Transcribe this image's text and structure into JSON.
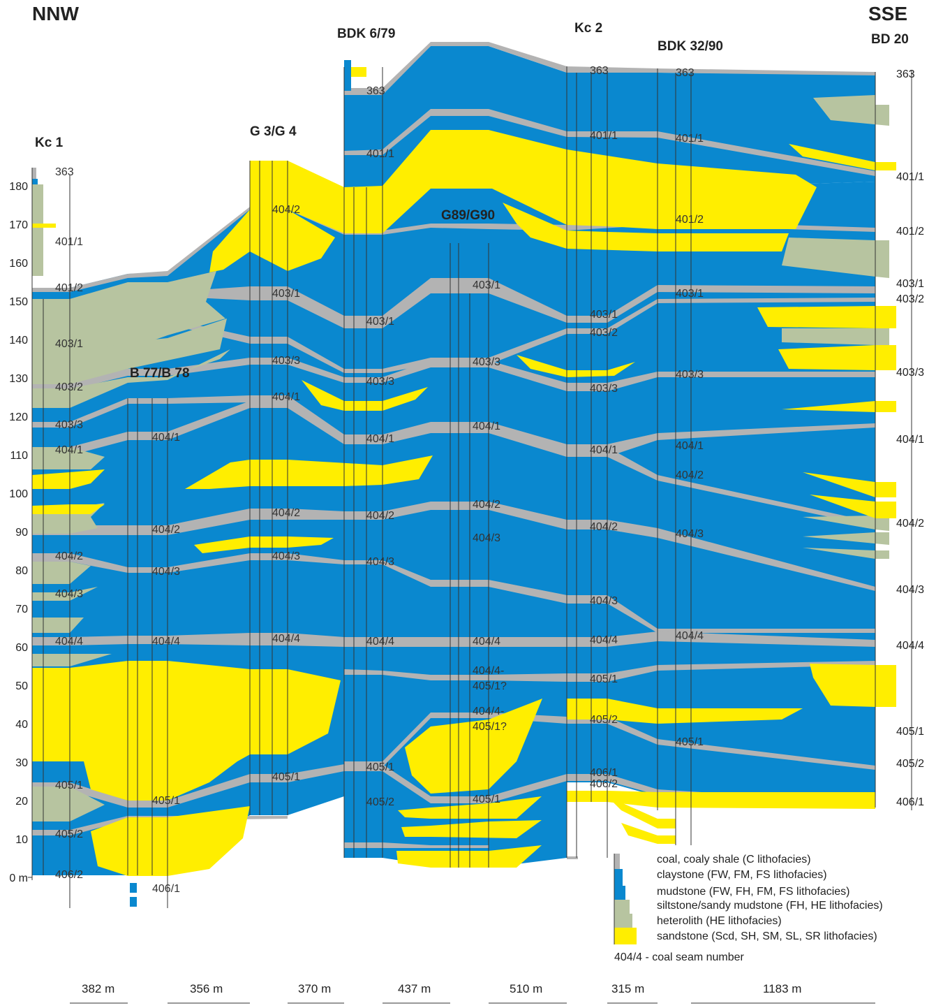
{
  "directions": {
    "left": "NNW",
    "right": "SSE"
  },
  "boreholes": {
    "kc1": "Kc 1",
    "b77": "B 77/B 78",
    "g3": "G 3/G 4",
    "bdk6": "BDK 6/79",
    "g89": "G89/G90",
    "kc2": "Kc 2",
    "bdk32": "BDK 32/90",
    "bd20": "BD 20"
  },
  "y_axis": {
    "ticks": [
      "180",
      "170",
      "160",
      "150",
      "140",
      "130",
      "120",
      "110",
      "100",
      "90",
      "80",
      "70",
      "60",
      "50",
      "40",
      "30",
      "20",
      "10",
      "0 m"
    ]
  },
  "seam_labels": {
    "kc1": [
      "363",
      "401/1",
      "401/2",
      "403/1",
      "403/2",
      "403/3",
      "404/1",
      "404/2",
      "404/3",
      "404/4",
      "405/1",
      "405/2",
      "406/2"
    ],
    "b77": [
      "404/1",
      "404/2",
      "404/3",
      "404/4",
      "405/1",
      "406/1"
    ],
    "g3": [
      "404/2",
      "403/1",
      "403/3",
      "404/1",
      "404/2",
      "404/3",
      "404/4",
      "405/1"
    ],
    "bdk6": [
      "363",
      "401/1",
      "403/1",
      "403/3",
      "404/1",
      "404/2",
      "404/3",
      "404/4",
      "405/1",
      "405/2"
    ],
    "g89": [
      "403/1",
      "403/3",
      "404/1",
      "404/2",
      "404/3",
      "404/4",
      "404/4-",
      "405/1?",
      "404/4-",
      "405/1?",
      "405/1"
    ],
    "kc2": [
      "363",
      "401/1",
      "403/1",
      "403/2",
      "403/3",
      "404/1",
      "404/2",
      "404/3",
      "404/4",
      "405/1",
      "405/2",
      "406/1",
      "406/2"
    ],
    "bdk32": [
      "363",
      "401/1",
      "401/2",
      "403/1",
      "403/3",
      "404/1",
      "404/2",
      "404/3",
      "404/4",
      "405/1"
    ],
    "bd20": [
      "363",
      "401/1",
      "401/2",
      "403/1",
      "403/2",
      "403/3",
      "404/1",
      "404/2",
      "404/3",
      "404/4",
      "405/1",
      "405/2",
      "406/1"
    ]
  },
  "legend": {
    "items": [
      {
        "label": "coal, coaly shale (C lithofacies)",
        "color": "#b3b3b3"
      },
      {
        "label": "claystone (FW, FM, FS lithofacies)",
        "color": "#0a88cf"
      },
      {
        "label": "mudstone (FW, FH, FM, FS lithofacies)",
        "color": "#0a88cf"
      },
      {
        "label": "siltstone/sandy mudstone (FH, HE lithofacies)",
        "color": "#b7c4a0"
      },
      {
        "label": "heterolith (HE lithofacies)",
        "color": "#b7c4a0"
      },
      {
        "label": "sandstone (Scd, SH, SM, SL, SR lithofacies)",
        "color": "#ffee00"
      }
    ],
    "seam_note": "404/4 - coal seam number"
  },
  "distances": [
    "382 m",
    "356 m",
    "370 m",
    "437 m",
    "510 m",
    "315 m",
    "1183 m"
  ],
  "colors": {
    "mud": "#0a88cf",
    "coal": "#b3b3b3",
    "silt": "#b7c4a0",
    "sand": "#ffee00",
    "line": "#333333"
  }
}
